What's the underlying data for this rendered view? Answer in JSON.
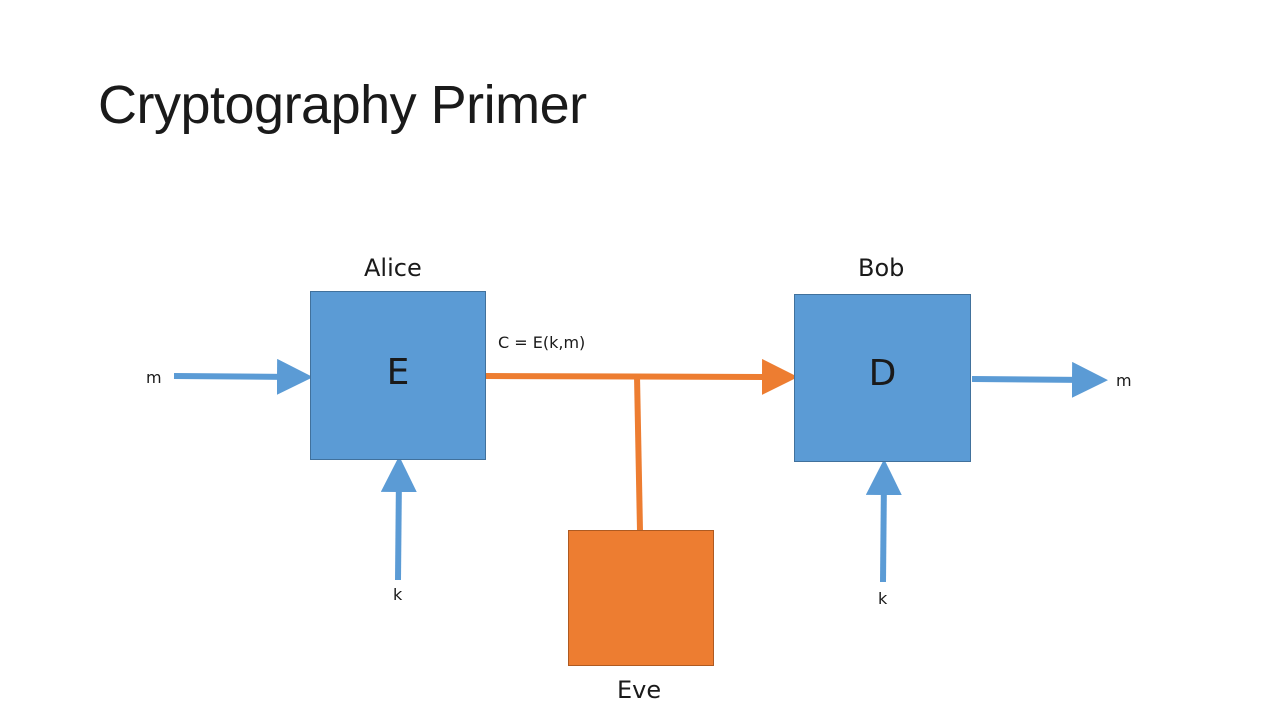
{
  "slide": {
    "title": "Cryptography Primer"
  },
  "diagram": {
    "alice": {
      "name": "Alice",
      "box_letter": "E"
    },
    "bob": {
      "name": "Bob",
      "box_letter": "D"
    },
    "eve": {
      "name": "Eve"
    },
    "ciphertext_label": "C = E(k,m)",
    "alice_message_label": "m",
    "bob_message_label": "m",
    "alice_key_label": "k",
    "bob_key_label": "k",
    "colors": {
      "blue": "#5b9bd5",
      "orange": "#ed7d31"
    }
  }
}
